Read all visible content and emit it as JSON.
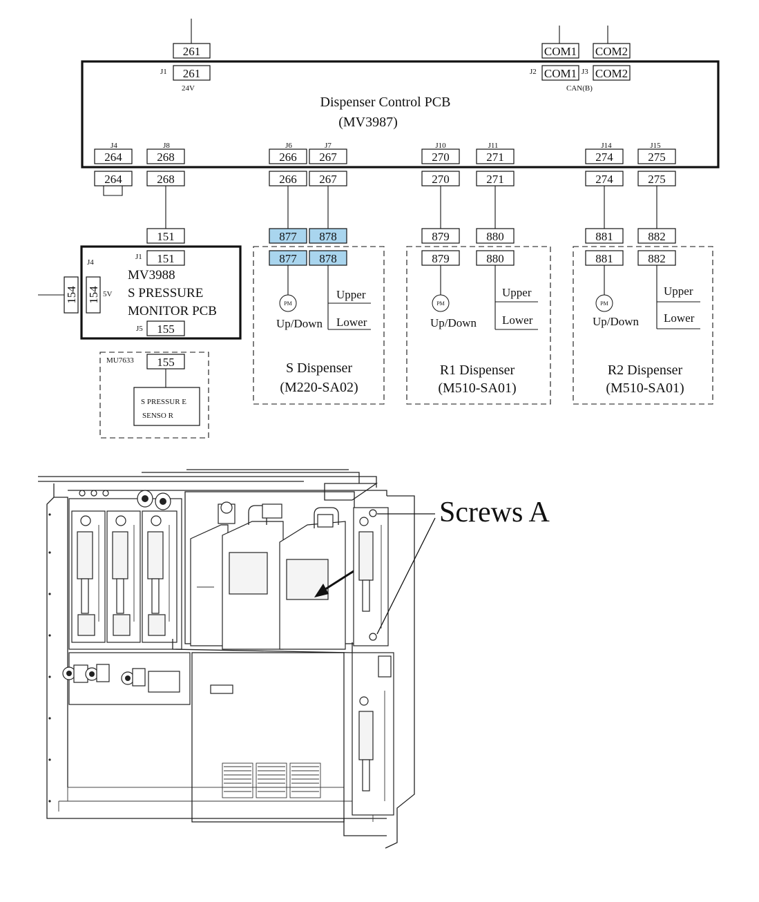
{
  "main_pcb": {
    "title": "Dispenser Control PCB",
    "model": "(MV3987)",
    "j1_label": "J1",
    "j1_voltage": "24V",
    "j2_label": "J2",
    "j3_label": "J3",
    "can_label": "CAN(B)",
    "connectors": {
      "c261": "261",
      "com1": "COM1",
      "com2": "COM2"
    },
    "bottom_headers": {
      "j4": "J4",
      "j8": "J8",
      "j6": "J6",
      "j7": "J7",
      "j10": "J10",
      "j11": "J11",
      "j14": "J14",
      "j15": "J15"
    },
    "bottom_connectors": {
      "c264": "264",
      "c268": "268",
      "c266": "266",
      "c267": "267",
      "c270": "270",
      "c271": "271",
      "c274": "274",
      "c275": "275"
    }
  },
  "cables": {
    "c151": "151",
    "c877": "877",
    "c878": "878",
    "c879": "879",
    "c880": "880",
    "c881": "881",
    "c882": "882",
    "c155": "155",
    "c154": "154"
  },
  "monitor_pcb": {
    "j1_label": "J1",
    "j4_label": "J4",
    "j5_label": "J5",
    "voltage": "5V",
    "line1": "MV3988",
    "line2": "S PRESSURE",
    "line3": "MONITOR PCB"
  },
  "sensor_unit": {
    "unit_label": "MU7633",
    "sensor_line1": "S PRESSUR E",
    "sensor_line2": "SENSO R"
  },
  "dispensers": {
    "pm": "PM",
    "up_down": "Up/Down",
    "upper": "Upper",
    "lower": "Lower",
    "s_name": "S Dispenser",
    "s_model": "(M220-SA02)",
    "r1_name": "R1 Dispenser",
    "r1_model": "(M510-SA01)",
    "r2_name": "R2 Dispenser",
    "r2_model": "(M510-SA01)"
  },
  "illustration": {
    "callout": "Screws A"
  },
  "colors": {
    "highlight": "#a9d5ee",
    "line": "#111111"
  }
}
